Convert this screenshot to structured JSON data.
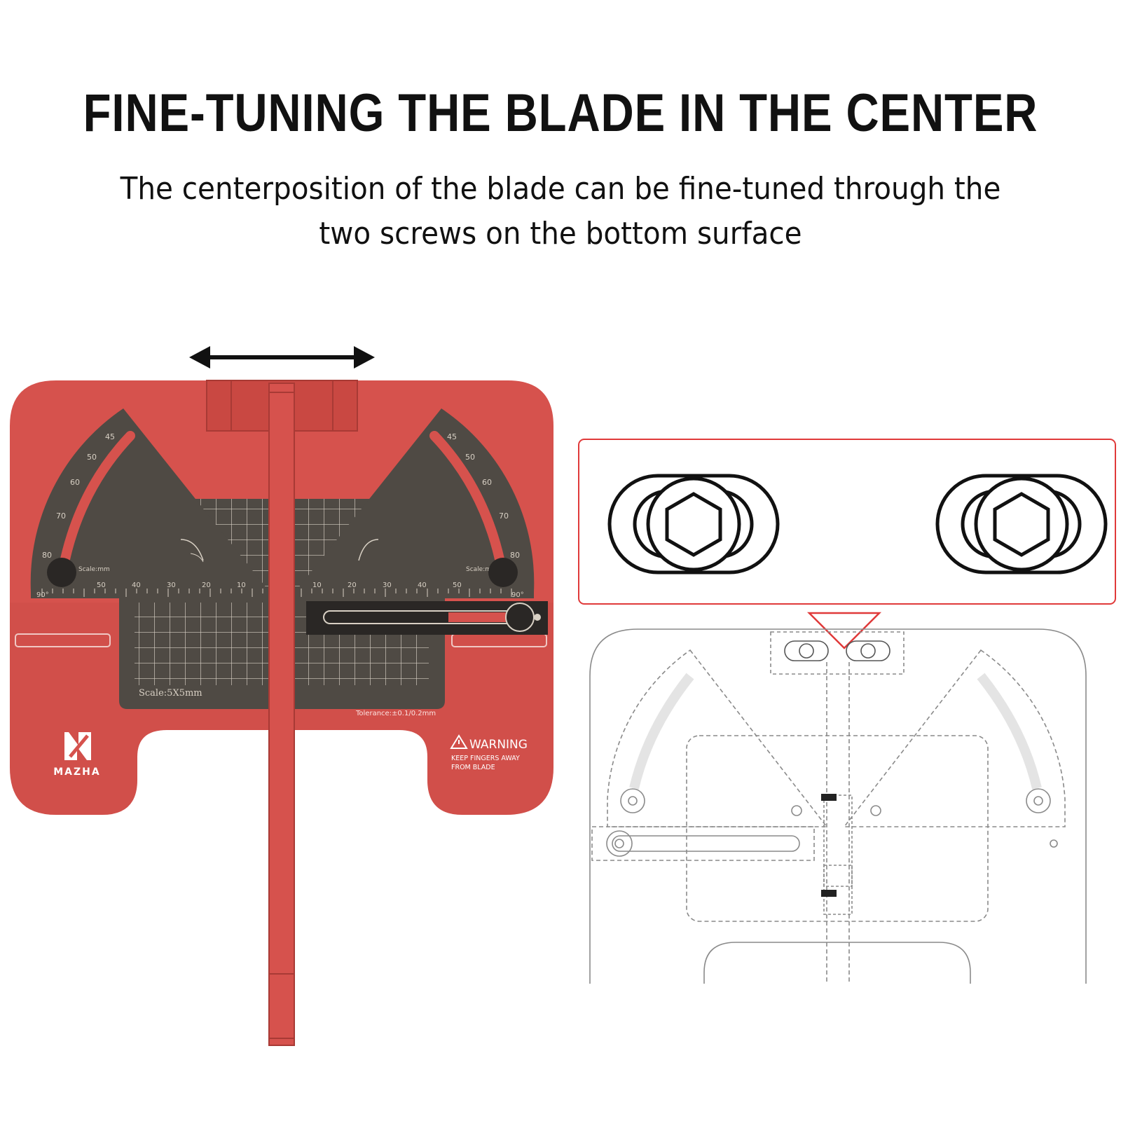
{
  "header": {
    "title": "FINE-TUNING THE BLADE IN THE CENTER",
    "subtitle": "The centerposition of the blade can be fine-tuned through the two screws on the bottom surface"
  },
  "product": {
    "brand": "MAZHA",
    "warning_title": "WARNING",
    "warning_line1": "KEEP FINGERS AWAY",
    "warning_line2": "FROM BLADE",
    "scale_label": "Scale:5X5mm",
    "tolerance_label": "Tolerance:±0.1/0.2mm",
    "unit_left": "Scale:mm",
    "unit_right": "Scale:mm",
    "left_ruler_ticks": [
      "90°",
      "50",
      "40",
      "30",
      "20",
      "10"
    ],
    "right_ruler_ticks": [
      "10",
      "20",
      "30",
      "40",
      "50",
      "90°"
    ],
    "left_arc_labels": [
      "45",
      "50",
      "60",
      "70",
      "80"
    ],
    "right_arc_labels": [
      "45",
      "50",
      "60",
      "70",
      "80"
    ]
  },
  "colors": {
    "body_red": "#d6524d",
    "dark_plate": "#4f4a44",
    "callout_red": "#e03a3a",
    "line_gray": "#8a8a8a"
  },
  "icons": [
    "double-arrow-icon",
    "hex-screw-icon",
    "warning-triangle-icon",
    "mazha-logo-icon"
  ]
}
